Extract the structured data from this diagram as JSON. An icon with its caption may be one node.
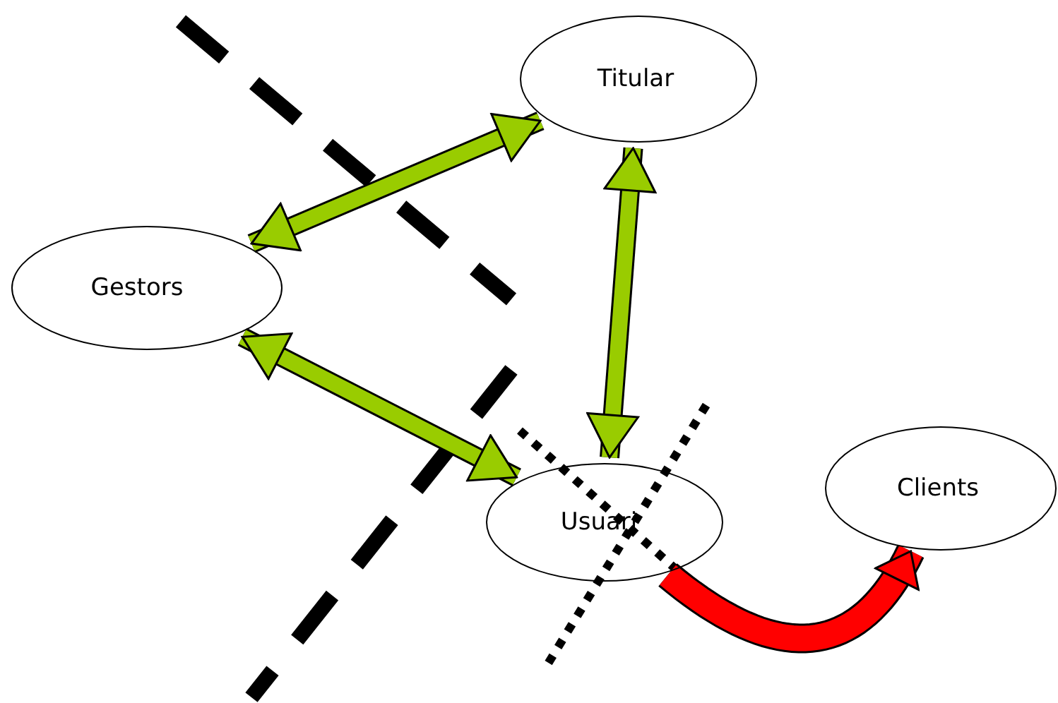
{
  "diagram": {
    "nodes": [
      {
        "text": [
          "Titular"
        ]
      },
      {
        "text": [
          "Gestors"
        ]
      },
      {
        "text": [
          "Clients"
        ]
      },
      {
        "text": [
          "Usuari"
        ]
      }
    ],
    "edges": [
      {
        "from": 1,
        "to": 0,
        "arrow": "both"
      },
      {
        "from": 0,
        "to": 3,
        "arrow": "both"
      },
      {
        "from": 1,
        "to": 3,
        "arrow": "both"
      },
      {
        "from": 3,
        "to": 2,
        "arrow": "to",
        "color": "#ff0000"
      }
    ]
  }
}
